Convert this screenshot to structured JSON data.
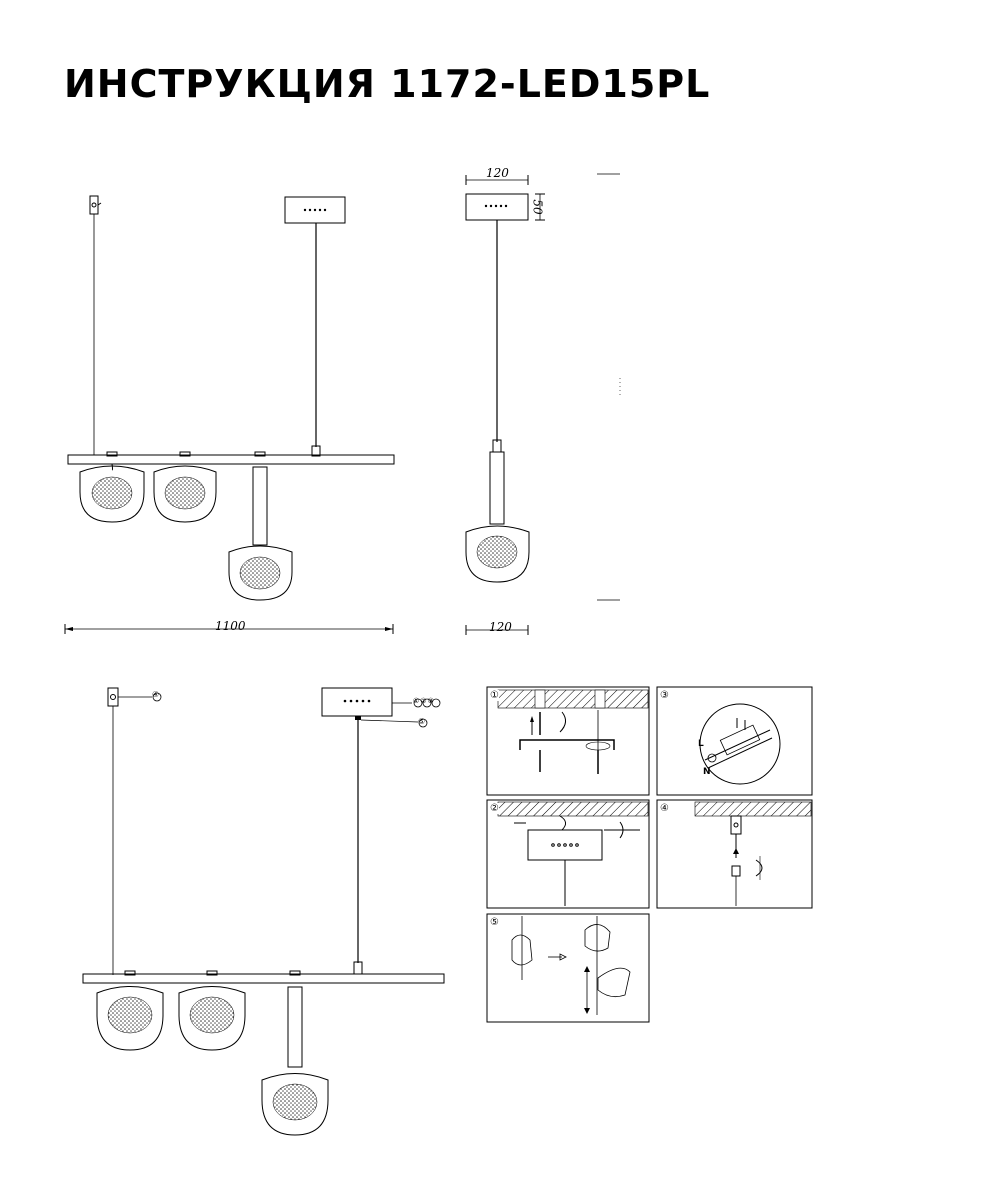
{
  "title": "ИНСТРУКЦИЯ 1172-LED15PL",
  "dimensions": {
    "front_width": "1100",
    "side_canopy_width": "120",
    "side_canopy_height": "50",
    "side_shade_width": "120"
  },
  "callouts": {
    "hook_marker": "④",
    "canopy_marker": "⑤",
    "canopy_markers_group": "①②③"
  },
  "steps": [
    {
      "number": "①"
    },
    {
      "number": "③"
    },
    {
      "number": "②"
    },
    {
      "number": "④"
    },
    {
      "number": "⑤"
    }
  ],
  "wiring_labels": {
    "line": "L",
    "neutral": "N"
  }
}
